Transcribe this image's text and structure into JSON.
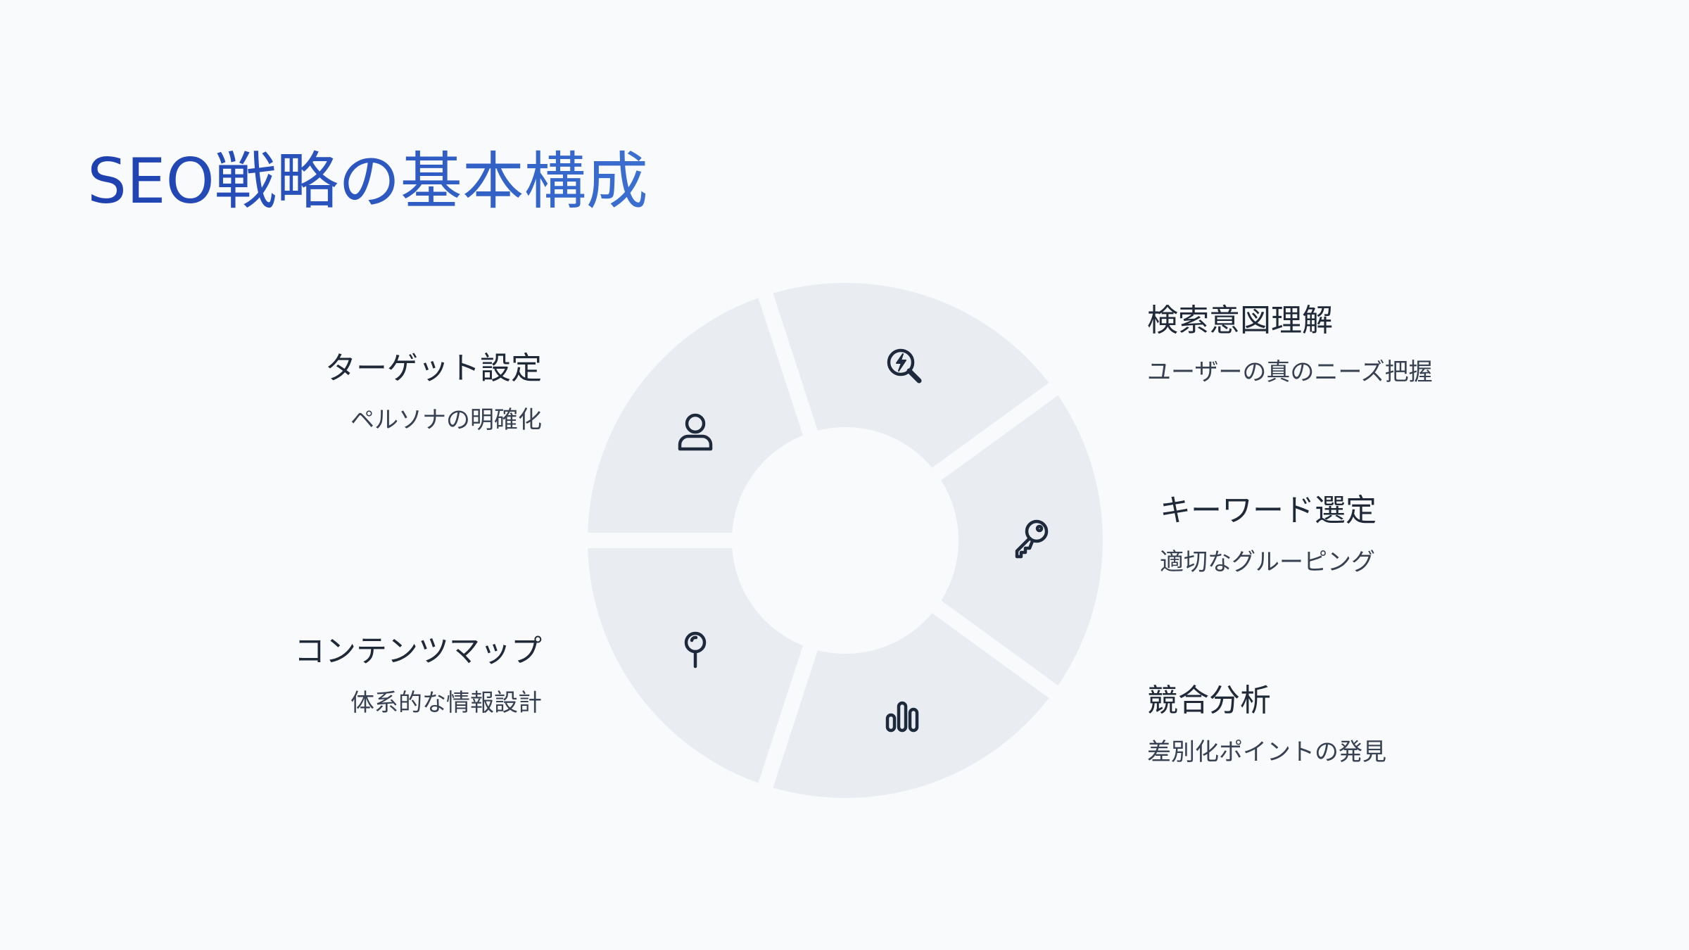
{
  "title": "SEO戦略の基本構成",
  "colors": {
    "background": "#f8fafc",
    "segment": "#e9edf2",
    "title_gradient_start": "#1e40af",
    "title_gradient_end": "#3b6fd0",
    "text": "#1f2937",
    "icon": "#1e293b"
  },
  "segments": [
    {
      "heading": "検索意図理解",
      "description": "ユーザーの真のニーズ把握",
      "icon": "search-lightning-icon"
    },
    {
      "heading": "キーワード選定",
      "description": "適切なグルーピング",
      "icon": "key-icon"
    },
    {
      "heading": "競合分析",
      "description": "差別化ポイントの発見",
      "icon": "bar-chart-icon"
    },
    {
      "heading": "コンテンツマップ",
      "description": "体系的な情報設計",
      "icon": "pin-icon"
    },
    {
      "heading": "ターゲット設定",
      "description": "ペルソナの明確化",
      "icon": "user-icon"
    }
  ]
}
